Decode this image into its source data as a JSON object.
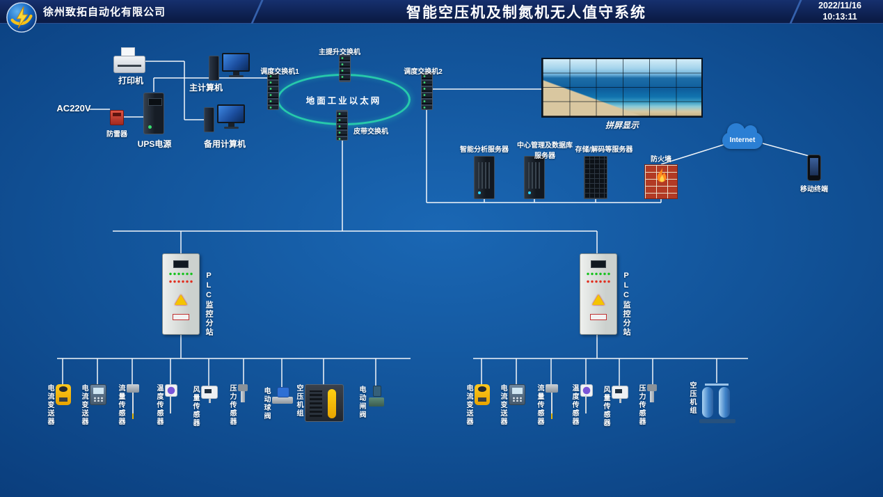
{
  "header": {
    "company": "徐州致拓自动化有限公司",
    "title": "智能空压机及制氮机无人值守系统",
    "date": "2022/11/16",
    "time": "10:13:11"
  },
  "topology": {
    "power_label": "AC220V",
    "surge_label": "防雷器",
    "ups_label": "UPS电源",
    "printer_label": "打印机",
    "main_pc_label": "主计算机",
    "backup_pc_label": "备用计算机",
    "dispatch_switch1_label": "调度交换机1",
    "dispatch_switch2_label": "调度交换机2",
    "main_hoist_switch_label": "主提升交换机",
    "belt_switch_label": "皮带交换机",
    "ethernet_ring_label": "地面工业以太网",
    "video_wall_label": "拼屏显示",
    "server1_label": "智能分析服务器",
    "server2_label": "中心管理及数据库服务器",
    "server3_label": "存储/解码等服务器",
    "firewall_label": "防火墙",
    "internet_label": "Internet",
    "mobile_label": "移动终端"
  },
  "stations": {
    "left": {
      "label": "PLC监控分站",
      "devices": [
        "电流变送器",
        "电流变送器",
        "流量传感器",
        "温度传感器",
        "风量传感器",
        "压力传感器",
        "电动球阀",
        "空压机组",
        "电动闸阀"
      ]
    },
    "right": {
      "label": "PLC监控分站",
      "devices": [
        "电流变送器",
        "电流变送器",
        "流量传感器",
        "温度传感器",
        "风量传感器",
        "压力传感器",
        "空压机组"
      ]
    }
  },
  "colors": {
    "background_center": "#1a67b4",
    "background_edge": "#0a3d7c",
    "header": "#0b1c47",
    "ring": "#27c9ab",
    "line": "#ffffff"
  }
}
